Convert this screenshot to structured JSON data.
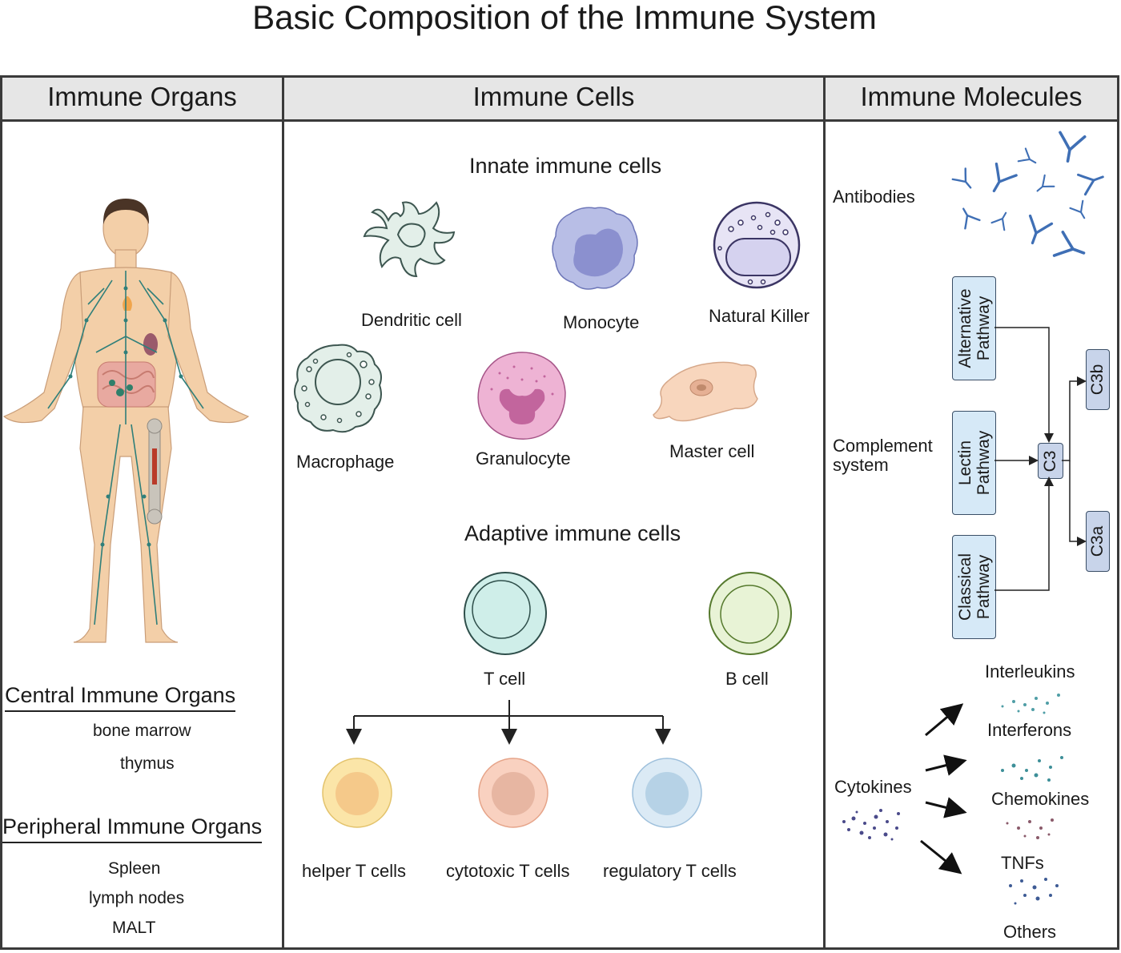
{
  "title": "Basic Composition of the Immune System",
  "organs": {
    "header": "Immune Organs",
    "central_heading": "Central Immune Organs",
    "central_items": [
      "bone marrow",
      "thymus"
    ],
    "peripheral_heading": "Peripheral Immune Organs",
    "peripheral_items": [
      "Spleen",
      "lymph nodes",
      "MALT"
    ]
  },
  "cells": {
    "header": "Immune Cells",
    "innate_heading": "Innate immune cells",
    "innate": [
      "Dendritic cell",
      "Monocyte",
      "Natural Killer",
      "Macrophage",
      "Granulocyte",
      "Master cell"
    ],
    "adaptive_heading": "Adaptive immune cells",
    "adaptive": [
      "T cell",
      "B cell"
    ],
    "t_subsets": [
      "helper T cells",
      "cytotoxic T cells",
      "regulatory T cells"
    ]
  },
  "molecules": {
    "header": "Immune Molecules",
    "antibodies": "Antibodies",
    "complement": "Complement system",
    "pathways": [
      "Alternative Pathway",
      "Lectin Pathway",
      "Classical Pathway"
    ],
    "c3": "C3",
    "c3b": "C3b",
    "c3a": "C3a",
    "cytokines": "Cytokines",
    "cytokine_types": [
      "Interleukins",
      "Interferons",
      "Chemokines",
      "TNFs",
      "Others"
    ]
  },
  "colors": {
    "antibody": "#3f6fb5",
    "lymph": "#2f7f7a",
    "skin": "#f3cfa8",
    "t_cell": "#cfeee9",
    "b_cell": "#e8f3d6"
  }
}
